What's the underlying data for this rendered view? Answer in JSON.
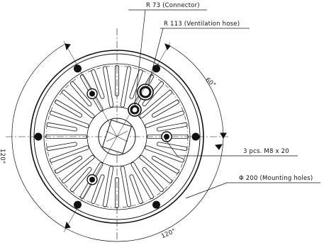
{
  "labels": {
    "connector": "R 73 (Connector)",
    "ventilation": "R 113 (Ventilation hose)",
    "screws": "3 pcs. M8 x 20",
    "mounting": "Φ 200 (Mounting holes)"
  },
  "angles": {
    "a60": "60°",
    "a120_left": "120°",
    "a120_bottom": "120°"
  },
  "colors": {
    "line": "#111111"
  }
}
